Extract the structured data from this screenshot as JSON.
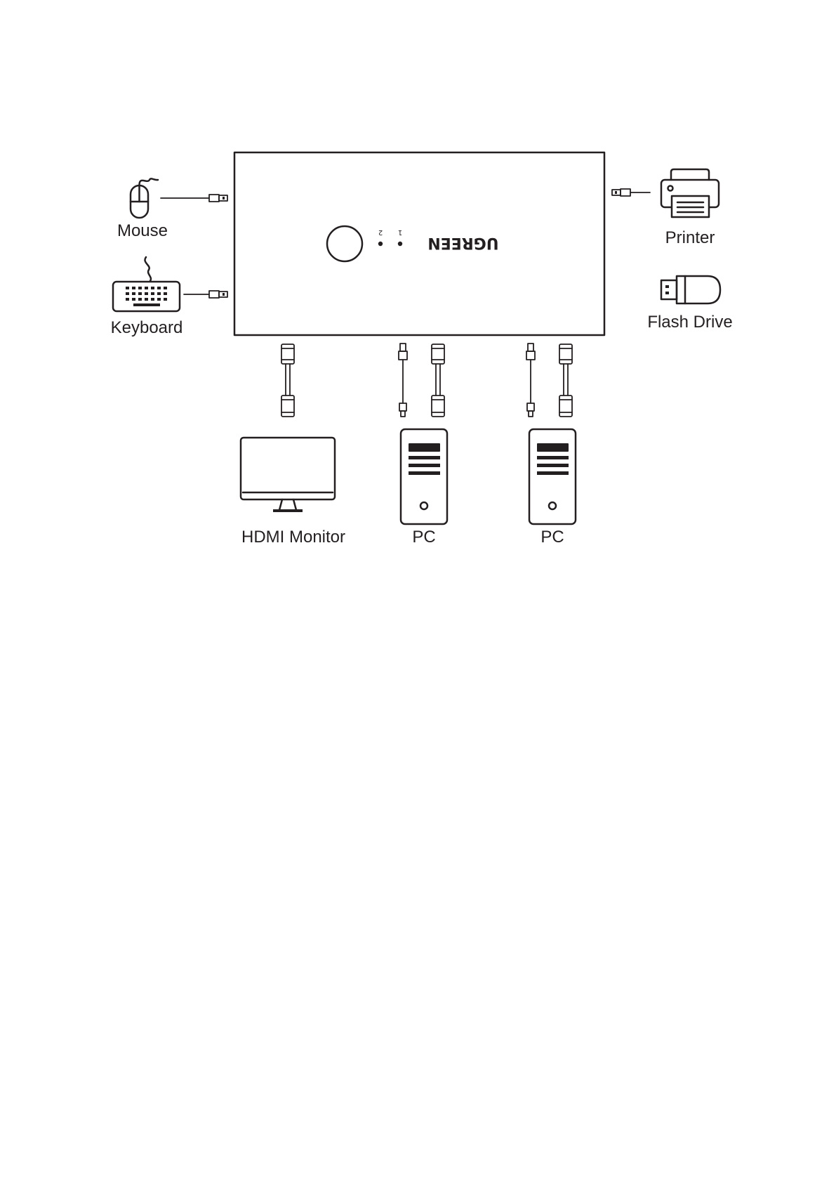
{
  "device": {
    "brand": "UGREEN",
    "led_1": "1",
    "led_2": "2"
  },
  "labels": {
    "mouse": "Mouse",
    "keyboard": "Keyboard",
    "printer": "Printer",
    "flash_drive": "Flash Drive",
    "monitor": "HDMI Monitor",
    "pc_1": "PC",
    "pc_2": "PC"
  }
}
